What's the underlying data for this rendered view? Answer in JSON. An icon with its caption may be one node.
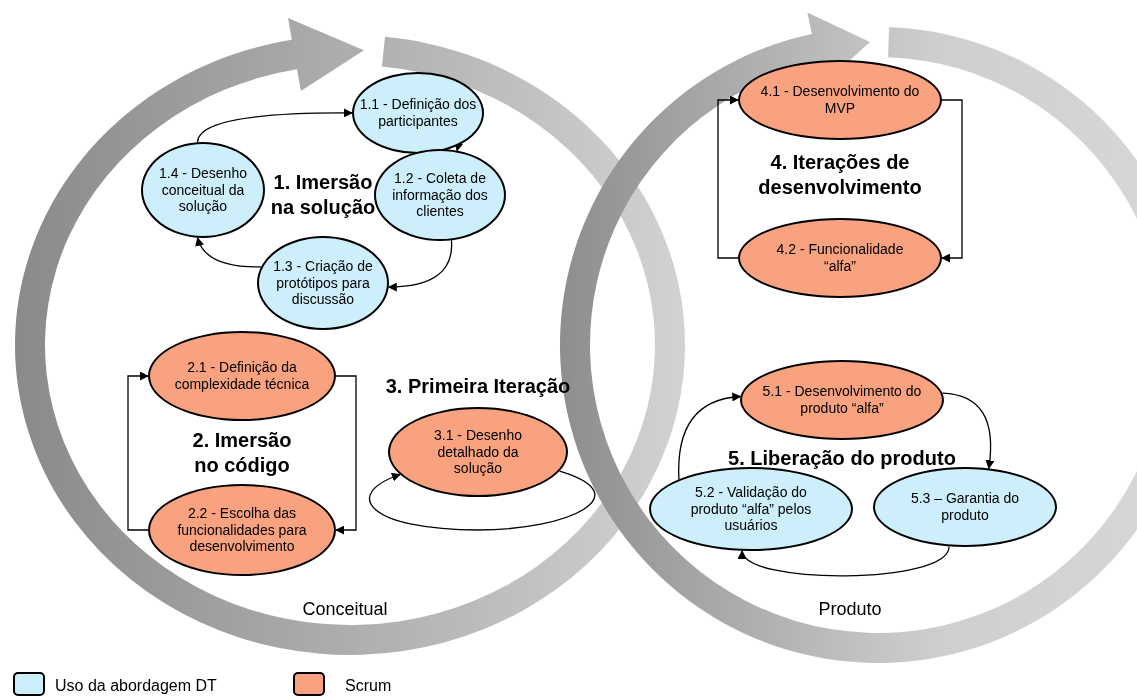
{
  "diagram": {
    "nodes": [
      {
        "text": [
          "1.1 - Definição dos participantes"
        ]
      },
      {
        "text": [
          "1.4 - Desenho conceitual da solução"
        ]
      },
      {
        "text": [
          "1.2 - Coleta de informação dos clientes"
        ]
      },
      {
        "text": [
          "1.3 - Criação de protótipos para discussão"
        ]
      },
      {
        "text": [
          "2.1 - Definição da complexidade técnica"
        ]
      },
      {
        "text": [
          "2.2 - Escolha das funcionalidades para desenvolvimento"
        ]
      },
      {
        "text": [
          "3.1 - Desenho detalhado da solução"
        ]
      },
      {
        "text": [
          "4.1 - Desenvolvimento do MVP"
        ]
      },
      {
        "text": [
          "4.2 - Funcionalidade “alfa”"
        ]
      },
      {
        "text": [
          "5.1 - Desenvolvimento do produto “alfa”"
        ]
      },
      {
        "text": [
          "5.2 - Validação do produto “alfa” pelos usuários"
        ]
      },
      {
        "text": [
          "5.3 – Garantia do produto"
        ]
      }
    ],
    "edges": [
      {
        "from": 0,
        "to": 2,
        "arrow": "to"
      },
      {
        "from": 2,
        "to": 3,
        "arrow": "to"
      },
      {
        "from": 3,
        "to": 1,
        "arrow": "to"
      },
      {
        "from": 1,
        "to": 0,
        "arrow": "to"
      },
      {
        "from": 4,
        "to": 5,
        "arrow": "to"
      },
      {
        "from": 5,
        "to": 4,
        "arrow": "to"
      },
      {
        "from": 6,
        "to": 6,
        "arrow": "to"
      },
      {
        "from": 7,
        "to": 8,
        "arrow": "to"
      },
      {
        "from": 8,
        "to": 7,
        "arrow": "to"
      },
      {
        "from": 9,
        "to": 11,
        "arrow": "to"
      },
      {
        "from": 11,
        "to": 10,
        "arrow": "to"
      },
      {
        "from": 10,
        "to": 9,
        "arrow": "to"
      }
    ],
    "labels": [
      "1. Imersão na solução",
      "2. Imersão no código",
      "3. Primeira Iteração",
      "4. Iterações de desenvolvimento",
      "5. Liberação do produto",
      "Conceitual",
      "Produto"
    ],
    "legend": [
      {
        "text": "Uso da abordagem DT",
        "color": "#cdeffb"
      },
      {
        "text": "Scrum",
        "color": "#f8a27f"
      }
    ]
  }
}
